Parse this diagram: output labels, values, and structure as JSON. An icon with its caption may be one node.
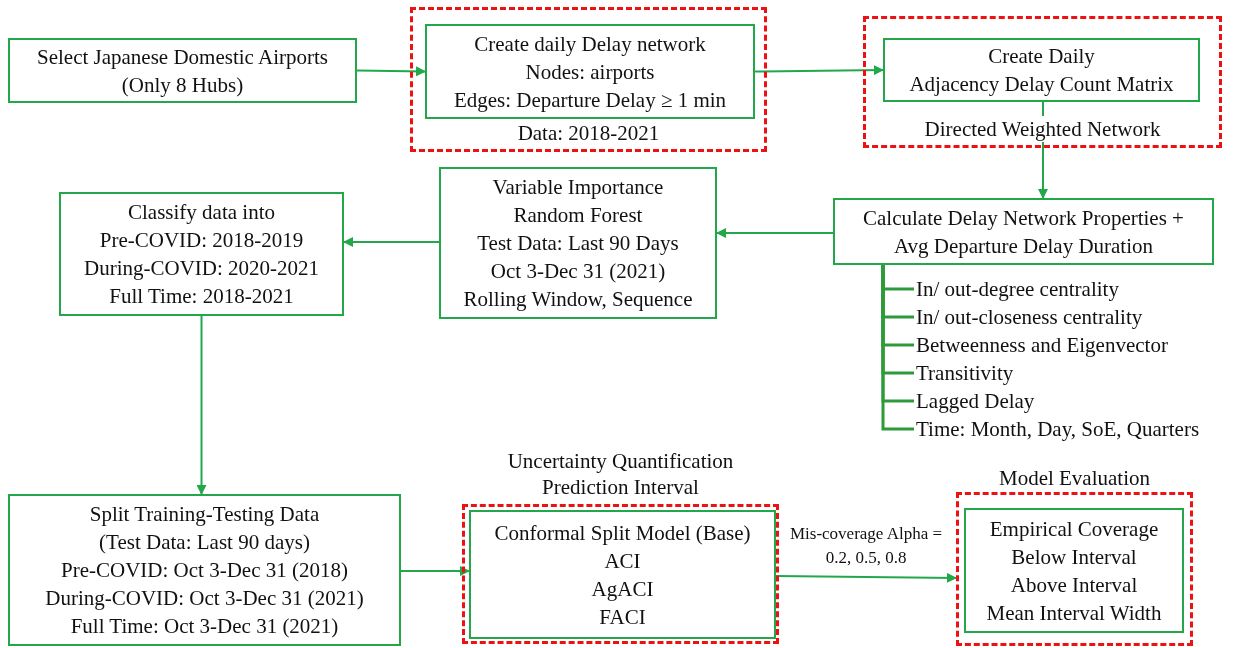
{
  "diagram": {
    "nodes": [
      {
        "text": [
          "Select Japanese Domestic Airports",
          "(Only 8 Hubs)"
        ]
      },
      {
        "text": [
          "Data: 2018-2021"
        ]
      },
      {
        "text": [
          "Create daily Delay network",
          "Nodes: airports",
          "Edges: Departure Delay ≥ 1 min"
        ],
        "in": 1
      },
      {
        "text": [
          "Directed Weighted Network"
        ]
      },
      {
        "text": [
          "Create Daily",
          "Adjacency Delay Count Matrix"
        ],
        "in": 3
      },
      {
        "text": [
          "Calculate Delay Network Properties +",
          "Avg Departure Delay Duration"
        ]
      },
      {
        "text": [
          "Variable Importance",
          "Random Forest",
          "Test Data: Last 90 Days",
          "Oct 3-Dec 31 (2021)",
          "Rolling Window, Sequence"
        ]
      },
      {
        "text": [
          "Classify data into",
          "Pre-COVID: 2018-2019",
          "During-COVID: 2020-2021",
          "Full Time: 2018-2021"
        ]
      },
      {
        "text": [
          "Split Training-Testing Data",
          "(Test Data: Last 90 days)",
          "Pre-COVID: Oct 3-Dec 31 (2018)",
          "During-COVID: Oct 3-Dec 31 (2021)",
          "Full Time: Oct 3-Dec 31 (2021)"
        ]
      },
      {
        "text": [
          "Uncertainty Quantification Prediction Interval"
        ]
      },
      {
        "text": [
          "Conformal Split Model (Base)",
          "ACI",
          "AgACI",
          "FACI"
        ],
        "in": 9
      },
      {
        "text": [
          "Model Evaluation"
        ]
      },
      {
        "text": [
          "Empirical Coverage",
          "Below Interval",
          "Above Interval",
          "Mean Interval Width"
        ],
        "in": 11
      },
      {
        "text": [
          "In/ out-degree centrality"
        ]
      },
      {
        "text": [
          "In/ out-closeness centrality"
        ]
      },
      {
        "text": [
          "Betweenness and Eigenvector"
        ]
      },
      {
        "text": [
          "Transitivity"
        ]
      },
      {
        "text": [
          "Lagged Delay"
        ]
      },
      {
        "text": [
          "Time: Month, Day, SoE, Quarters"
        ]
      }
    ],
    "edges": [
      {
        "from": 0,
        "to": 2,
        "arrow": "to"
      },
      {
        "from": 2,
        "to": 4,
        "arrow": "to"
      },
      {
        "from": 4,
        "to": 5,
        "arrow": "to"
      },
      {
        "from": 5,
        "to": 6,
        "arrow": "to"
      },
      {
        "from": 6,
        "to": 7,
        "arrow": "to"
      },
      {
        "from": 7,
        "to": 8,
        "arrow": "to"
      },
      {
        "from": 8,
        "to": 10,
        "arrow": "to"
      },
      {
        "from": 10,
        "to": 11,
        "arrow": "to",
        "label": "Mis-coverage Alpha = 0.2, 0.5, 0.8"
      },
      {
        "from": 5,
        "to": 13,
        "arrow": "none"
      },
      {
        "from": 5,
        "to": 14,
        "arrow": "none"
      },
      {
        "from": 5,
        "to": 15,
        "arrow": "none"
      },
      {
        "from": 5,
        "to": 16,
        "arrow": "none"
      },
      {
        "from": 5,
        "to": 17,
        "arrow": "none"
      },
      {
        "from": 5,
        "to": 18,
        "arrow": "none"
      }
    ]
  }
}
